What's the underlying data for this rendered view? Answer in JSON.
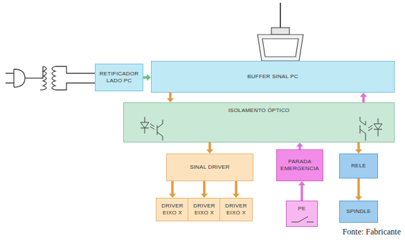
{
  "diagram": {
    "nodes": [
      {
        "text": [
          "RETIFICADOR LADO PC"
        ]
      },
      {
        "text": [
          "BUFFER SINAL PC"
        ]
      },
      {
        "text": [
          "ISOLAMENTO ÓPTICO"
        ]
      },
      {
        "text": [
          "SINAL DRIVER"
        ]
      },
      {
        "text": [
          "PARADA EMERGENCIA"
        ]
      },
      {
        "text": [
          "RELE"
        ]
      },
      {
        "text": [
          "DRIVER EIXO X"
        ]
      },
      {
        "text": [
          "DRIVER EIXO X"
        ]
      },
      {
        "text": [
          "DRIVER EIXO X"
        ]
      },
      {
        "text": [
          "PE"
        ]
      },
      {
        "text": [
          "SPINDLE"
        ]
      }
    ],
    "edges": [
      {
        "from": 0,
        "to": 1,
        "arrow": "to"
      },
      {
        "from": 1,
        "to": 2,
        "arrow": "to"
      },
      {
        "from": 2,
        "to": 1,
        "arrow": "to"
      },
      {
        "from": 2,
        "to": 3,
        "arrow": "to"
      },
      {
        "from": 3,
        "to": 6,
        "arrow": "to"
      },
      {
        "from": 3,
        "to": 7,
        "arrow": "to"
      },
      {
        "from": 3,
        "to": 8,
        "arrow": "to"
      },
      {
        "from": 9,
        "to": 4,
        "arrow": "to"
      },
      {
        "from": 4,
        "to": 2,
        "arrow": "to"
      },
      {
        "from": 2,
        "to": 5,
        "arrow": "to"
      },
      {
        "from": 5,
        "to": 10,
        "arrow": "to"
      }
    ],
    "labels": [
      "Fonte: Fabricante"
    ]
  }
}
